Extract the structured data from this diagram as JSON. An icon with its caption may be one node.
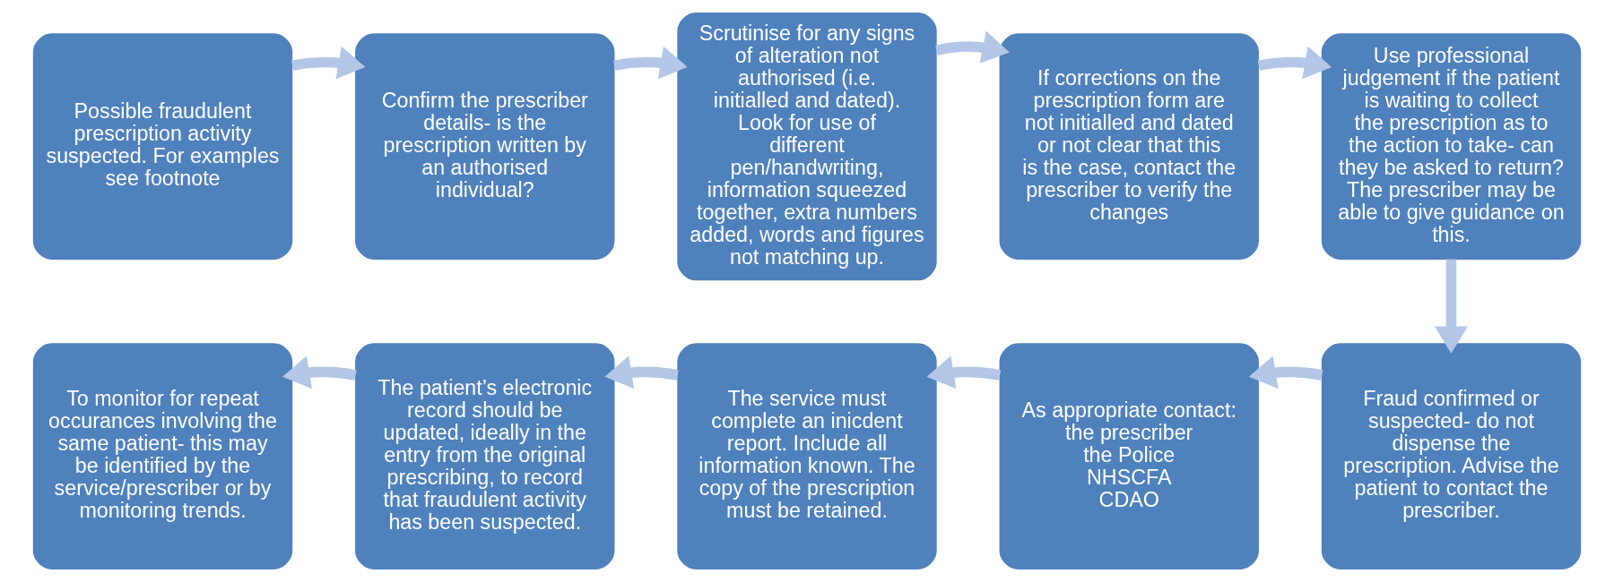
{
  "diagram": {
    "nodes": [
      {
        "text": [
          "Possible fraudulent prescription activity suspected. For examples see footnote"
        ]
      },
      {
        "text": [
          "Confirm the prescriber details- is the prescription written by an authorised individual?"
        ]
      },
      {
        "text": [
          "Scrutinise for any signs of alteration not authorised (i.e. initialled and dated). Look for use of different pen/handwriting, information squeezed together, extra numbers added, words and figures not matching up."
        ]
      },
      {
        "text": [
          "If corrections on the prescription form are not initialled and dated or not clear that this is the case, contact the prescriber to verify the changes"
        ]
      },
      {
        "text": [
          "Use professional judgement if the patient is waiting to collect the prescription as to the action to take- can they be asked to return? The prescriber may be able to give guidance on this."
        ]
      },
      {
        "text": [
          "Fraud confirmed or suspected- do not dispense the prescription. Advise the patient to contact the prescriber."
        ]
      },
      {
        "text": [
          "As appropriate contact:",
          "the prescriber",
          "the Police",
          "NHSCFA",
          "CDAO"
        ]
      },
      {
        "text": [
          "The service must complete an inicdent report. Include all information known. The copy of the prescription must be retained."
        ]
      },
      {
        "text": [
          "The patient’s electronic record should be updated, ideally in the entry from the original prescribing, to record that fraudulent activity has been suspected."
        ]
      },
      {
        "text": [
          "To monitor for repeat occurances involving the same patient- this may be identified by the service/prescriber or by monitoring trends."
        ]
      }
    ],
    "edges": [
      {
        "from": 0,
        "to": 1,
        "arrow": "to"
      },
      {
        "from": 1,
        "to": 2,
        "arrow": "to"
      },
      {
        "from": 2,
        "to": 3,
        "arrow": "to"
      },
      {
        "from": 3,
        "to": 4,
        "arrow": "to"
      },
      {
        "from": 4,
        "to": 5,
        "arrow": "to"
      },
      {
        "from": 5,
        "to": 6,
        "arrow": "to"
      },
      {
        "from": 6,
        "to": 7,
        "arrow": "to"
      },
      {
        "from": 7,
        "to": 8,
        "arrow": "to"
      },
      {
        "from": 8,
        "to": 9,
        "arrow": "to"
      }
    ]
  }
}
